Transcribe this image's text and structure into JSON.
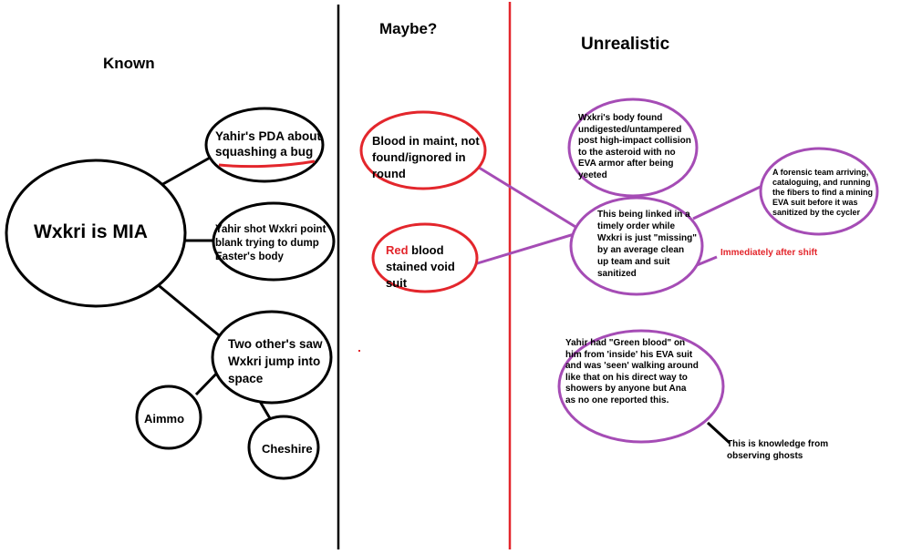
{
  "headers": {
    "known": "Known",
    "maybe": "Maybe?",
    "unrealistic": "Unrealistic"
  },
  "known": {
    "center": "Wxkri is MIA",
    "pda_line1": "Yahir's PDA about",
    "pda_line2": "squashing a bug",
    "shot": "Yahir shot Wxkri point blank trying to dump Easter's body",
    "saw": "Two other's saw Wxkri jump into space",
    "aimmo": "Aimmo",
    "cheshire": "Cheshire"
  },
  "maybe": {
    "blood_maint": "Blood in maint, not found/ignored in round",
    "suit_red": "Red",
    "suit_rest": " blood stained void suit"
  },
  "unrealistic": {
    "body_found": "Wxkri's body found undigested/untampered post high-impact collision to the asteroid with no EVA armor after being yeeted",
    "timely": "This being linked in a timely order while Wxkri is just \"missing\" by an average clean up team and suit sanitized",
    "forensic": "A forensic team arriving, cataloguing, and running the fibers to find a mining EVA suit before it was sanitized by the cycler",
    "immediately": "Immediately after shift",
    "green_blood": "Yahir had \"Green blood\" on him from 'inside' his EVA suit and was 'seen' walking around like that on his direct way to showers by anyone but Ana as no one reported this.",
    "ghosts": "This is knowledge from observing ghosts"
  },
  "colors": {
    "black": "#000000",
    "red": "#e3262c",
    "purple": "#a54cb5"
  }
}
